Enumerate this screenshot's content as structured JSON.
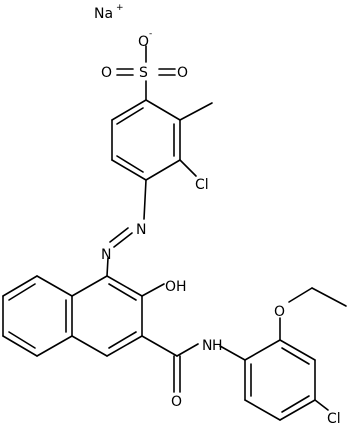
{
  "molecule": {
    "labels": {
      "sodium": "Na",
      "sodium_charge": "+",
      "oxide": "O",
      "oxide_charge": "-",
      "sulfur": "S",
      "sulfonyl_o_left": "O",
      "sulfonyl_o_right": "O",
      "chloro_upper": "Cl",
      "azo_n_upper": "N",
      "azo_n_lower": "N",
      "hydroxyl": "OH",
      "ethoxy_o": "O",
      "amide_n": "N",
      "amide_h": "H",
      "carbonyl_o": "O",
      "chloro_lower": "Cl"
    },
    "colors": {
      "bond": "#000000",
      "text": "#000000",
      "background": "#ffffff"
    }
  }
}
